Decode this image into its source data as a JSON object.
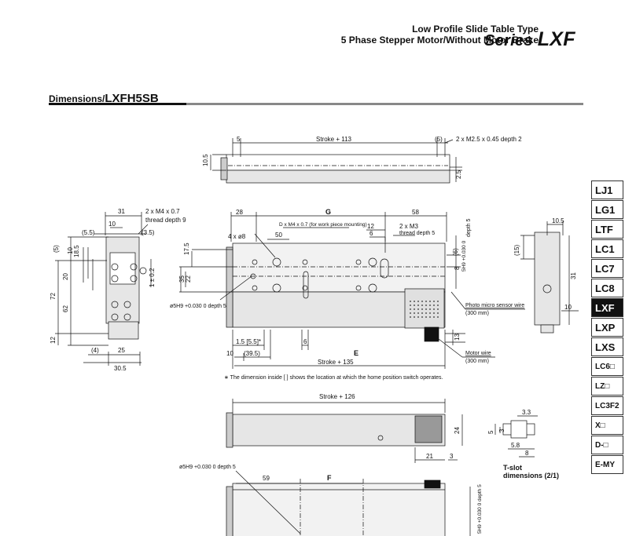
{
  "header": {
    "line1": "Low Profile Slide Table Type",
    "line2": "5 Phase Stepper Motor/Without Motor Brake",
    "series_prefix": "Series ",
    "series_name": "LXF"
  },
  "section": {
    "title_prefix": "Dimensions/",
    "model": "LXFH5SB"
  },
  "sidebar_tabs": [
    {
      "label": "LJ1",
      "active": false
    },
    {
      "label": "LG1",
      "active": false
    },
    {
      "label": "LTF",
      "active": false
    },
    {
      "label": "LC1",
      "active": false
    },
    {
      "label": "LC7",
      "active": false
    },
    {
      "label": "LC8",
      "active": false
    },
    {
      "label": "LXF",
      "active": true
    },
    {
      "label": "LXP",
      "active": false
    },
    {
      "label": "LXS",
      "active": false
    },
    {
      "label": "LC6□",
      "active": false
    },
    {
      "label": "LZ□",
      "active": false
    },
    {
      "label": "LC3F2",
      "active": false
    },
    {
      "label": "X□",
      "active": false
    },
    {
      "label": "D-□",
      "active": false
    },
    {
      "label": "E-MY",
      "active": false
    }
  ],
  "drawing": {
    "top_dim_5": "5",
    "top_stroke": "Stroke + 113",
    "top_dim_5p": "(5)",
    "top_thread": "2 x M2.5 x 0.45 depth 2",
    "top_h": "10.5",
    "top_2_5": "2.5",
    "end_31": "31",
    "end_thread1": "2 x M4 x 0.7",
    "end_thread2": "thread depth 9",
    "end_10": "10",
    "end_5_5": "(5.5)",
    "end_3_5": "(3.5)",
    "end_5": "(5)",
    "end_10v": "10",
    "end_18_5": "18.5",
    "end_20": "20",
    "end_62": "62",
    "end_72": "72",
    "end_1_02": "1 ± 0.2",
    "end_12": "12",
    "end_4": "(4)",
    "end_25": "25",
    "end_30_5": "30.5",
    "m_28": "28",
    "m_G": "G",
    "m_58": "58",
    "m_D": "D x M4 x 0.7 (for work piece mounting)",
    "m_50": "50",
    "m_4x8": "4 x ø8",
    "m_12": "12",
    "m_6": "6",
    "m_2xM3": "2 x M3",
    "m_thread5": "thread depth 5",
    "m_depth5v": "depth 5",
    "m_5H9v": "5H9 +0.030 0",
    "m_6p": "(6)",
    "m_8": "8",
    "m_17_5": "17.5",
    "m_35": "35",
    "m_22": "22",
    "m_oslot": "ø5H9 +0.030 0 depth 5",
    "m_photo": "Photo micro sensor wire",
    "m_300a": "(300 mm)",
    "m_1_5": "1.5 [5.5]*",
    "m_6b": "6",
    "m_10": "10",
    "m_39_5": "(39.5)",
    "m_E": "E",
    "m_13": "13",
    "m_motor": "Motor wire",
    "m_300b": "(300 mm)",
    "m_stroke135": "Stroke + 135",
    "m_note": "∗ The dimension inside [ ] shows the location at which the home position switch operates.",
    "r_15": "(15)",
    "r_10_5": "10.5",
    "r_31": "31",
    "r_10": "10",
    "b_stroke126": "Stroke + 126",
    "b_24": "24",
    "b_21": "21",
    "b_3": "3",
    "t_3_3": "3.3",
    "t_5": "5",
    "t_3": "3",
    "t_5_8": "5.8",
    "t_8": "8",
    "t_label1": "T-slot",
    "t_label2": "dimensions (2/1)",
    "l_oslot": "ø5H9 +0.030 0 depth 5",
    "l_59": "59",
    "l_F": "F",
    "l_5H9v": "5H9 +0.030 0 depth 5"
  }
}
